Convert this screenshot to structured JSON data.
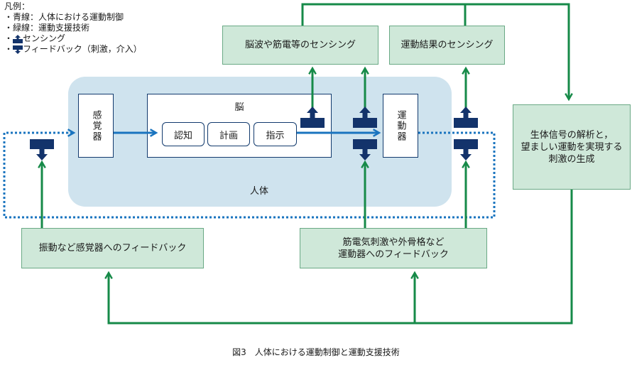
{
  "legend": {
    "title": "凡例：",
    "items": [
      "・青線：人体における運動制御",
      "・緑線：運動支援技術",
      "・",
      "・"
    ],
    "sensing_label": "センシング",
    "feedback_label": "フィードバック（刺激，介入）"
  },
  "human": {
    "label": "人体",
    "sensor_organ": "感覚器",
    "brain": "脳",
    "cognition": "認知",
    "plan": "計画",
    "command": "指示",
    "motor_organ": "運動器"
  },
  "sensing": {
    "brain_sensing": "脳波や筋電等のセンシング",
    "result_sensing": "運動結果のセンシング"
  },
  "analysis": "生体信号の解析と，\n望ましい運動を実現する\n刺激の生成",
  "feedback": {
    "sensory": "振動など感覚器へのフィードバック",
    "motor": "筋電気刺激や外骨格など\n運動器へのフィードバック"
  },
  "caption": "図3　人体における運動制御と運動支援技術",
  "colors": {
    "blue_line": "#1a74bf",
    "green_line": "#168a48",
    "navy_icon": "#13336b",
    "box_fill": "#cfe8d9",
    "human_fill": "#cfe3ee"
  }
}
